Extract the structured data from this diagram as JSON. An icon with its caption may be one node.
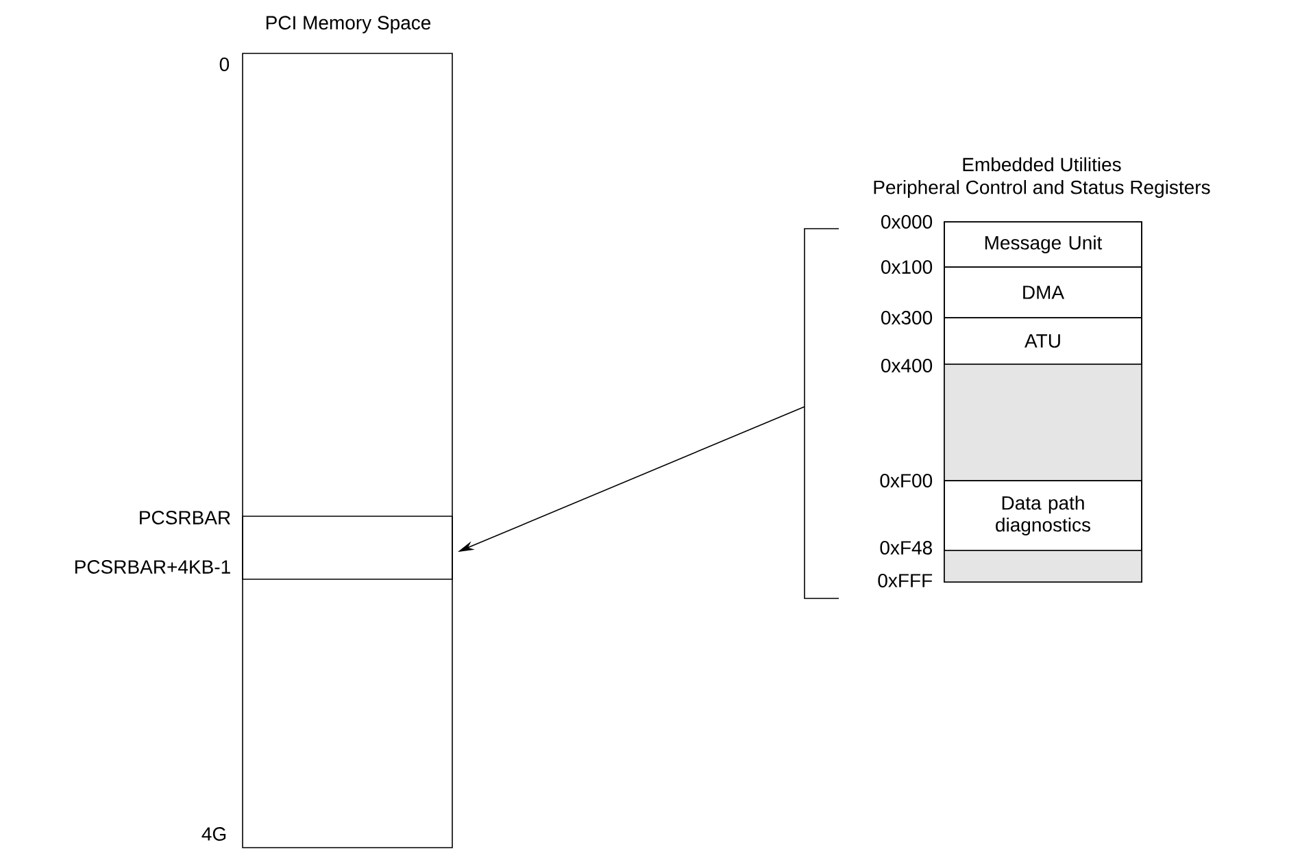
{
  "diagram": {
    "nodes": [
      {
        "text": [
          "PCI Memory Space"
        ]
      },
      {
        "text": [],
        "shape": "box",
        "in": 0
      },
      {
        "text": [],
        "shape": "bracket"
      },
      {
        "text": [
          "Embedded Utilities",
          "Peripheral Control and Status Registers"
        ]
      },
      {
        "text": [
          "Message Unit"
        ],
        "in": 3
      },
      {
        "text": [
          "DMA"
        ],
        "in": 3
      },
      {
        "text": [
          "ATU"
        ],
        "in": 3
      },
      {
        "text": [],
        "shape": "box",
        "in": 3
      },
      {
        "text": [
          "Data path diagnostics"
        ],
        "in": 3
      },
      {
        "text": [],
        "shape": "box",
        "in": 3
      }
    ],
    "edges": [
      {
        "from": 2,
        "to": 1,
        "arrow": "to"
      }
    ],
    "labels": [
      "0",
      "PCSRBAR",
      "PCSRBAR+4KB-1",
      "4G",
      "0x000",
      "0x100",
      "0x300",
      "0x400",
      "0xF00",
      "0xF48",
      "0xFFF"
    ]
  }
}
